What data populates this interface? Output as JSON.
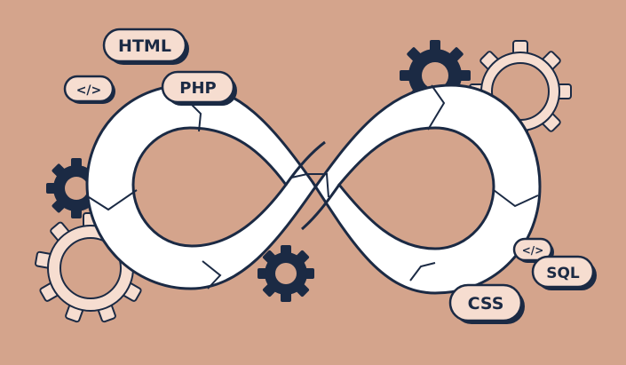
{
  "scene": {
    "background_color": "#d4a48c",
    "outline_color": "#1b2a44",
    "loop_fill": "#ffffff",
    "pill_fill": "#f6ddd0",
    "gear_light_fill": "#f6ddd0",
    "gear_dark_fill": "#1b2a44"
  },
  "labels": {
    "html": "HTML",
    "php": "PHP",
    "code_tag_left": "</>",
    "code_tag_right": "</>",
    "sql": "SQL",
    "css": "CSS"
  },
  "icons": [
    "infinity-loop-icon",
    "gear-icon"
  ]
}
